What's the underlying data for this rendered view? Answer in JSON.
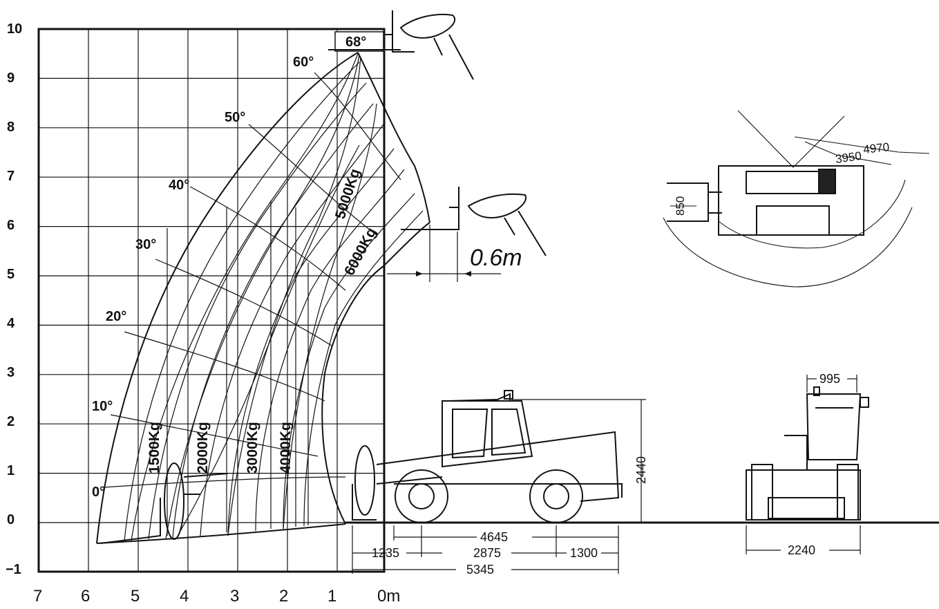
{
  "load_chart": {
    "y_ticks": [
      "10",
      "9",
      "8",
      "7",
      "6",
      "5",
      "4",
      "3",
      "2",
      "1",
      "0",
      "−1"
    ],
    "x_ticks": [
      "7",
      "6",
      "5",
      "4",
      "3",
      "2",
      "1",
      "0m"
    ],
    "angles": [
      "68°",
      "60°",
      "50°",
      "40°",
      "30°",
      "20°",
      "10°",
      "0°"
    ],
    "loads": [
      "1500Kg",
      "2000Kg",
      "3000Kg",
      "4000Kg",
      "5000Kg",
      "6000Kg"
    ],
    "extension": "0.6m"
  },
  "side_view": {
    "dim_height": "2440",
    "dim_wheelbase_overall": "4645",
    "dim_front_overhang": "1235",
    "dim_wheelbase": "2875",
    "dim_rear_overhang": "1300",
    "dim_total_length": "5345"
  },
  "front_view": {
    "dim_cab_width": "995",
    "dim_total_width": "2240"
  },
  "top_view": {
    "dim_fork_width": "850",
    "dim_inner_radius": "3950",
    "dim_outer_radius": "4970"
  }
}
